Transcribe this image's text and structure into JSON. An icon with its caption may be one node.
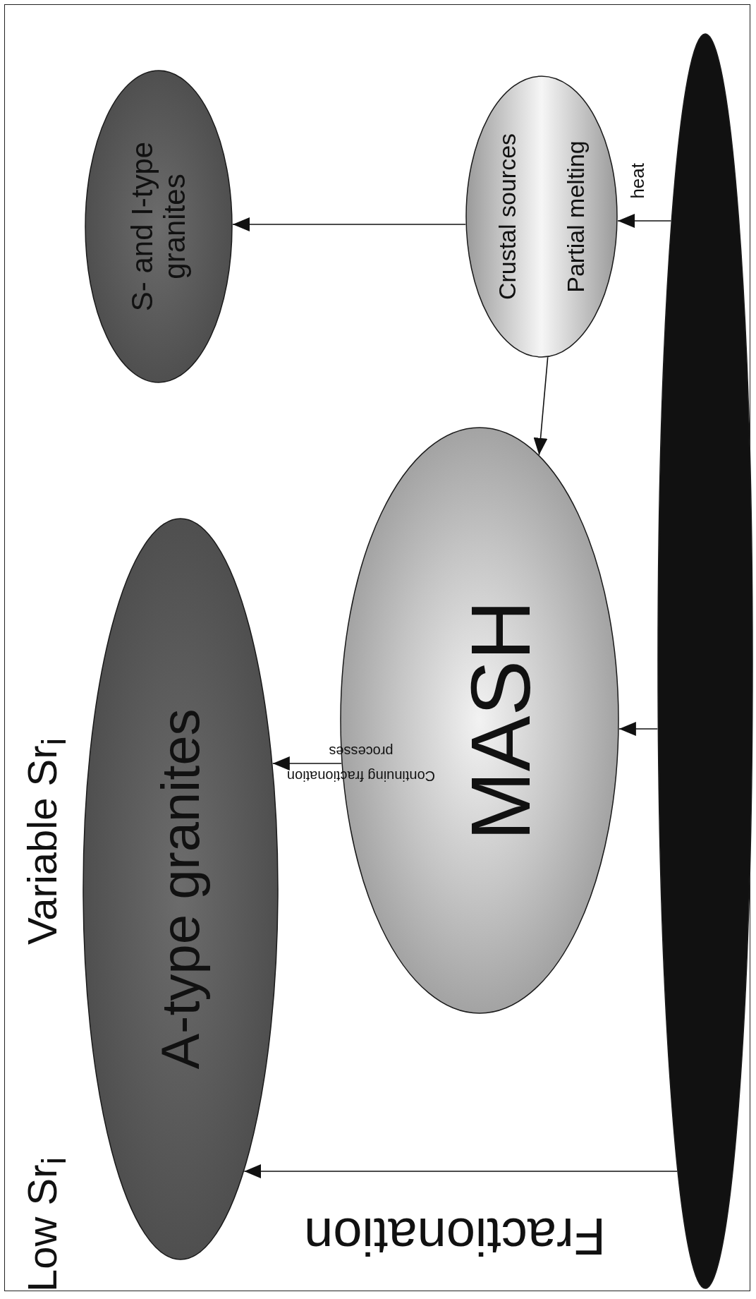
{
  "diagram": {
    "nodes": [
      {
        "text": [
          "S- and I-type granites"
        ]
      },
      {
        "text": [
          "Crustal sources",
          "Partial melting"
        ]
      },
      {
        "text": [
          "A-type granites"
        ]
      },
      {
        "text": [
          "MASH"
        ]
      },
      {
        "text": [],
        "shape": "ellipse"
      }
    ],
    "edges": [
      {
        "from": 1,
        "to": 0,
        "arrow": "to"
      },
      {
        "from": 4,
        "to": 1,
        "arrow": "to",
        "label": "heat"
      },
      {
        "from": 1,
        "to": 3,
        "arrow": "to"
      },
      {
        "from": 4,
        "to": 3,
        "arrow": "to"
      },
      {
        "from": 3,
        "to": 2,
        "arrow": "to",
        "label": "Continuing fractionation processes"
      },
      {
        "from": 4,
        "to": 2,
        "arrow": "to",
        "label": "Fractionation"
      }
    ],
    "labels": [
      "Low Sr$_{i}$",
      "Variable Sr$_{i}$"
    ]
  }
}
